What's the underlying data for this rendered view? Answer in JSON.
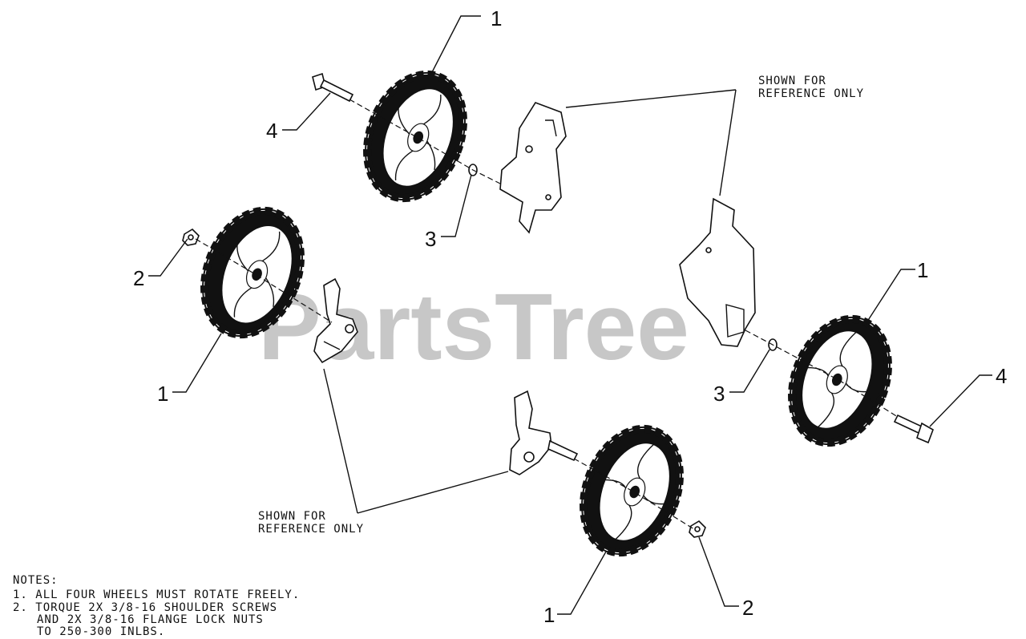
{
  "watermark": "PartsTree",
  "callouts": [
    {
      "id": "c1a",
      "text": "1"
    },
    {
      "id": "c1b",
      "text": "1"
    },
    {
      "id": "c1c",
      "text": "1"
    },
    {
      "id": "c1d",
      "text": "1"
    },
    {
      "id": "c2a",
      "text": "2"
    },
    {
      "id": "c2b",
      "text": "2"
    },
    {
      "id": "c3a",
      "text": "3"
    },
    {
      "id": "c3b",
      "text": "3"
    },
    {
      "id": "c4a",
      "text": "4"
    },
    {
      "id": "c4b",
      "text": "4"
    }
  ],
  "reference_notes": {
    "top": {
      "line1": "SHOWN FOR",
      "line2": "REFERENCE ONLY"
    },
    "bottom": {
      "line1": "SHOWN FOR",
      "line2": "REFERENCE ONLY"
    }
  },
  "notes": {
    "heading": "NOTES:",
    "line1": "1. ALL FOUR WHEELS MUST ROTATE FREELY.",
    "line2": "2. TORQUE 2X 3/8-16 SHOULDER SCREWS",
    "line3": "AND 2X 3/8-16 FLANGE LOCK NUTS",
    "line4": "TO 250-300 INLBS."
  }
}
